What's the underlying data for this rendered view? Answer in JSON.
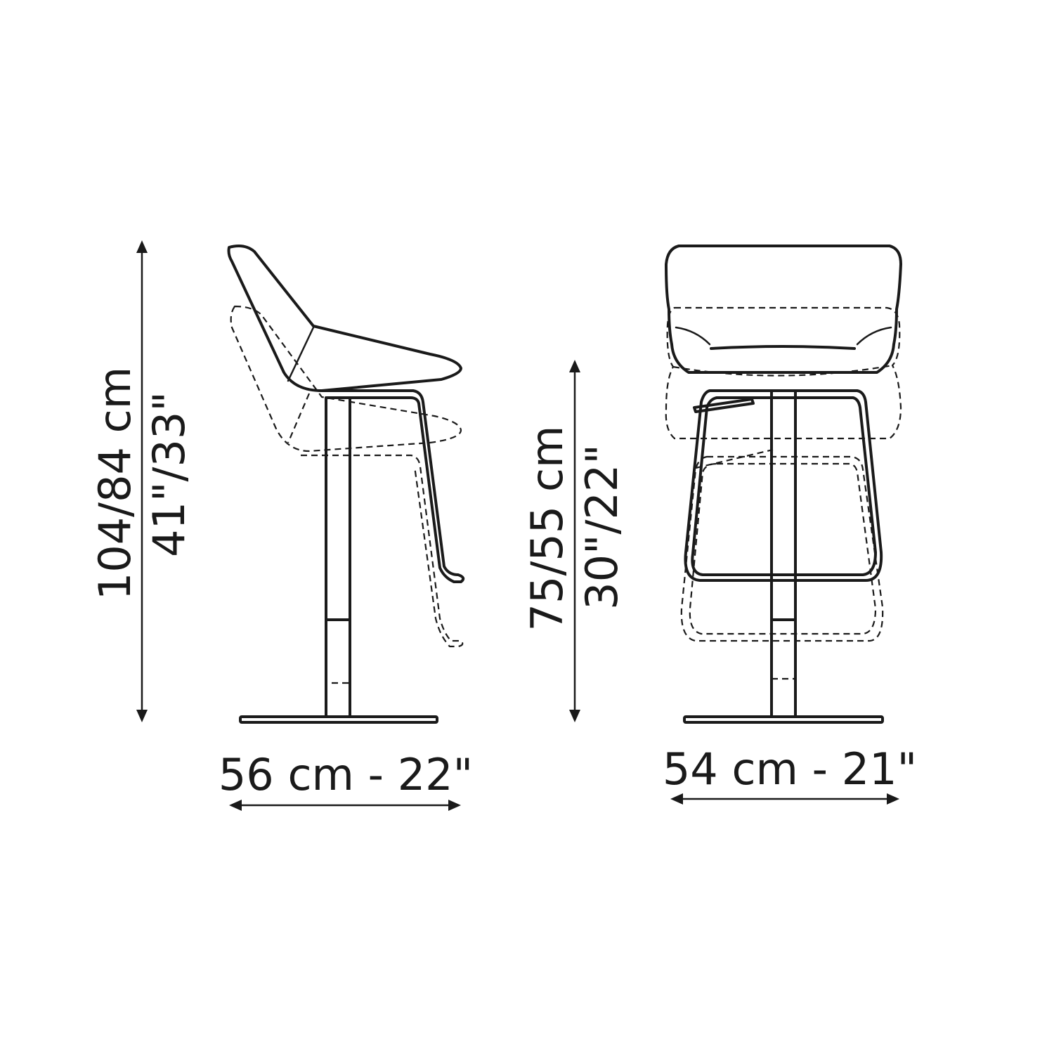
{
  "dimensions": {
    "side_total_height_cm": "104/84 cm",
    "side_total_height_in": "41\"/33\"",
    "side_width": "56 cm - 22\"",
    "front_seat_height_cm": "75/55 cm",
    "front_seat_height_in": "30\"/22\"",
    "front_width": "54 cm - 21\""
  },
  "colors": {
    "line": "#1a1a1a",
    "background": "#ffffff"
  }
}
